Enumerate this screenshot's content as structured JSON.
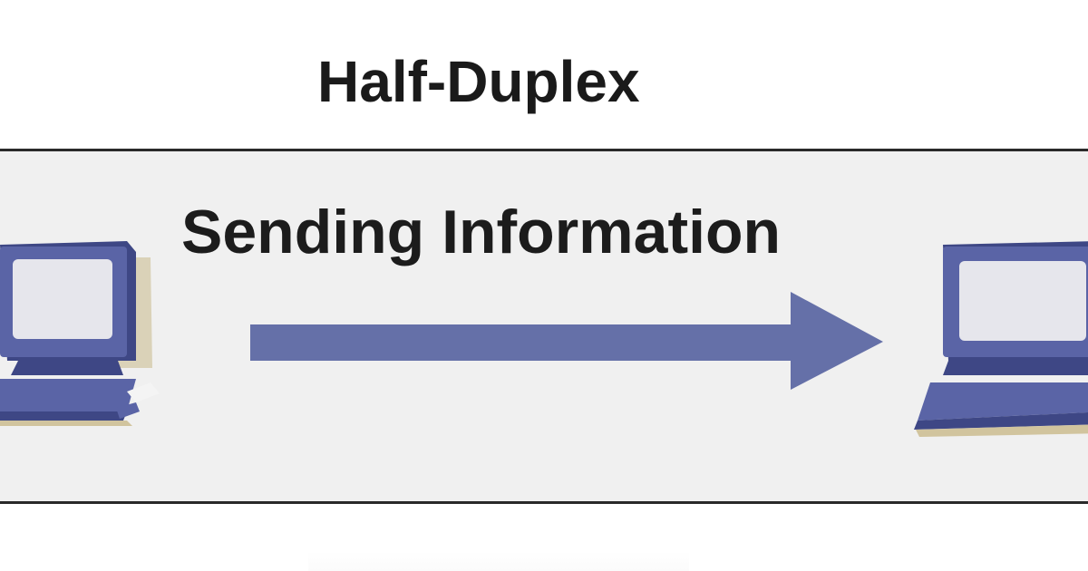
{
  "diagram": {
    "title": "Half-Duplex",
    "panel_label": "Sending Information",
    "arrow_direction": "left-to-right",
    "colors": {
      "panel_background": "#f0f0f0",
      "panel_border": "#2a2a2a",
      "arrow": "#6570a8",
      "computer_body": "#5a64a6",
      "computer_dark": "#3e4785",
      "computer_screen": "#e6e6ec",
      "shadow": "#c9b98a"
    },
    "nodes": [
      {
        "id": "sender",
        "icon": "computer-icon"
      },
      {
        "id": "receiver",
        "icon": "computer-icon"
      }
    ]
  }
}
